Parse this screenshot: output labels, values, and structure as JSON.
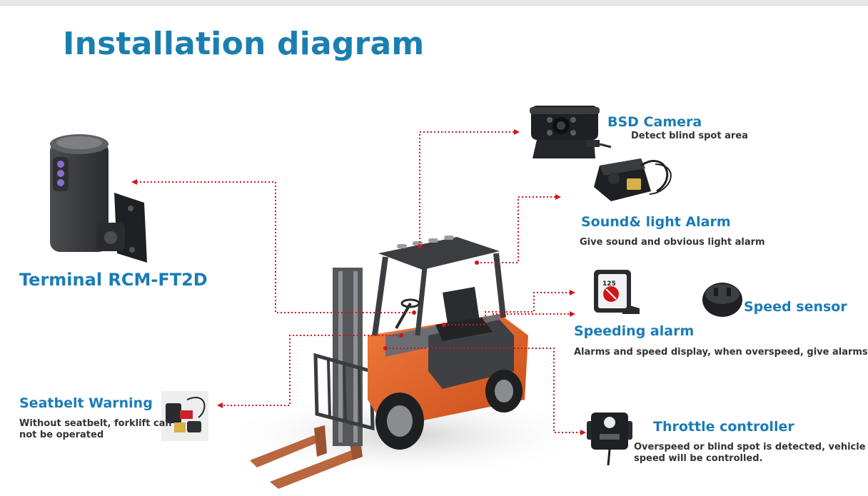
{
  "title": "Installation diagram",
  "components": {
    "bsd_camera": {
      "name": "BSD Camera",
      "description": "Detect blind spot area"
    },
    "sound_light_alarm": {
      "name": "Sound& light Alarm",
      "description": "Give sound and obvious light alarm"
    },
    "speeding_alarm": {
      "name": "Speeding alarm",
      "description": "Alarms and speed display, when overspeed, give alarms",
      "display_value": "125"
    },
    "speed_sensor": {
      "name": "Speed sensor"
    },
    "throttle_controller": {
      "name": "Throttle controller",
      "description_line1": "Overspeed or blind spot is detected, vehicle",
      "description_line2": "speed will be controlled."
    },
    "terminal": {
      "name": "Terminal RCM-FT2D"
    },
    "seatbelt_warning": {
      "name": "Seatbelt Warning",
      "description_line1": "Without seatbelt, forklift can",
      "description_line2": "not be operated"
    }
  },
  "colors": {
    "title": "#1a7fb0",
    "label": "#1b7cb5",
    "connector": "#d0151b",
    "forklift_body": "#e8612a"
  }
}
